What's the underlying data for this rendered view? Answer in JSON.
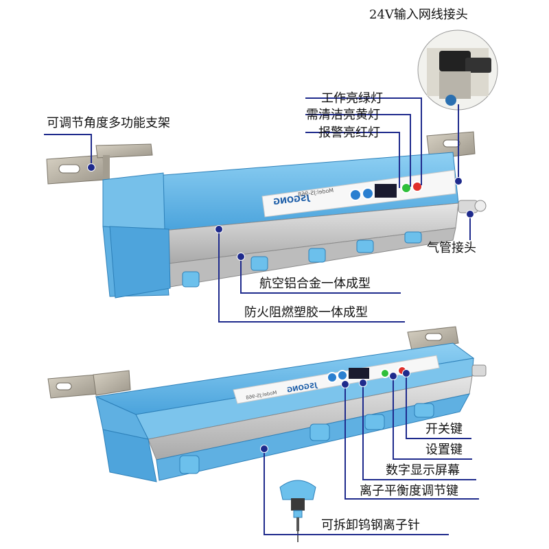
{
  "labels": {
    "network_input": "24V输入网线接头",
    "work_green": "工作亮绿灯",
    "clean_yellow": "需清洁亮黄灯",
    "alarm_red": "报警亮红灯",
    "bracket": "可调节角度多功能支架",
    "air_connector": "气管接头",
    "aluminum": "航空铝合金一体成型",
    "plastic": "防火阻燃塑胶一体成型",
    "power_key": "开关键",
    "set_key": "设置键",
    "digital_screen": "数字显示屏幕",
    "balance_key": "离子平衡度调节键",
    "tungsten_needle": "可拆卸钨钢离子针"
  },
  "device": {
    "brand": "JSGONG",
    "model": "Model:JS-968"
  },
  "colors": {
    "housing_blue": "#62b4e4",
    "housing_dark": "#2f86c6",
    "aluminum": "#c9c9c9",
    "leader": "#1e2a8c",
    "led_green": "#2fbf3a",
    "led_red": "#e0302a",
    "display": "#1a1a2e"
  }
}
